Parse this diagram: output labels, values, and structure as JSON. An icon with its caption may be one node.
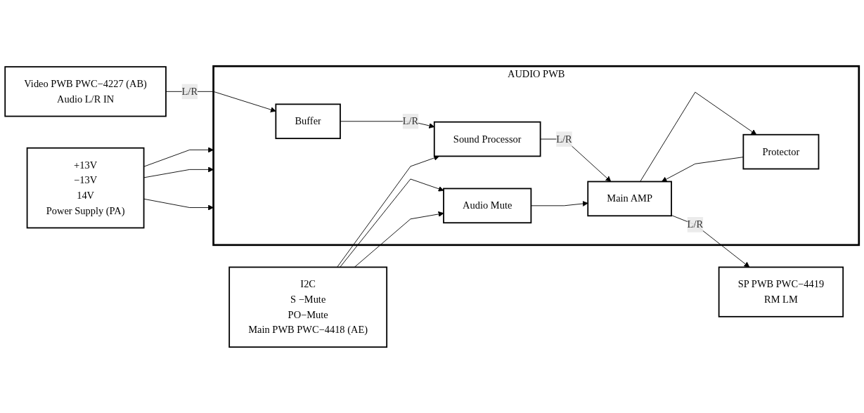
{
  "diagram": {
    "nodes": [
      {
        "text": [
          "Video PWB PWC−4227 (AB)",
          "Audio L/R IN"
        ]
      },
      {
        "text": [
          "AUDIO PWB"
        ]
      },
      {
        "text": [
          "Buffer"
        ],
        "in": 1
      },
      {
        "text": [
          "Sound Processor"
        ],
        "in": 1
      },
      {
        "text": [
          "Main AMP"
        ],
        "in": 1
      },
      {
        "text": [
          "Audio Mute"
        ],
        "in": 1
      },
      {
        "text": [
          "Protector"
        ],
        "in": 1
      },
      {
        "text": [
          "SP PWB PWC−4419",
          "RM LM"
        ]
      },
      {
        "text": [
          "+13V",
          "−13V",
          "14V",
          "Power Supply (PA)"
        ]
      },
      {
        "text": [
          "I2C",
          "S −Mute",
          "PO−Mute",
          "Main PWB PWC−4418 (AE)"
        ]
      }
    ],
    "edges": [
      {
        "from": 0,
        "to": 2,
        "arrow": "to",
        "label": "L/R"
      },
      {
        "from": 2,
        "to": 3,
        "arrow": "to",
        "label": "L/R"
      },
      {
        "from": 3,
        "to": 4,
        "arrow": "to",
        "label": "L/R"
      },
      {
        "from": 4,
        "to": 7,
        "arrow": "to",
        "label": "L/R"
      },
      {
        "from": 4,
        "to": 6,
        "arrow": "to"
      },
      {
        "from": 6,
        "to": 4,
        "arrow": "to"
      },
      {
        "from": 5,
        "to": 4,
        "arrow": "to"
      },
      {
        "from": 8,
        "to": 1,
        "arrow": "to"
      },
      {
        "from": 8,
        "to": 1,
        "arrow": "to"
      },
      {
        "from": 8,
        "to": 1,
        "arrow": "to"
      },
      {
        "from": 9,
        "to": 3,
        "arrow": "to"
      },
      {
        "from": 9,
        "to": 5,
        "arrow": "to"
      },
      {
        "from": 9,
        "to": 5,
        "arrow": "to"
      }
    ]
  }
}
